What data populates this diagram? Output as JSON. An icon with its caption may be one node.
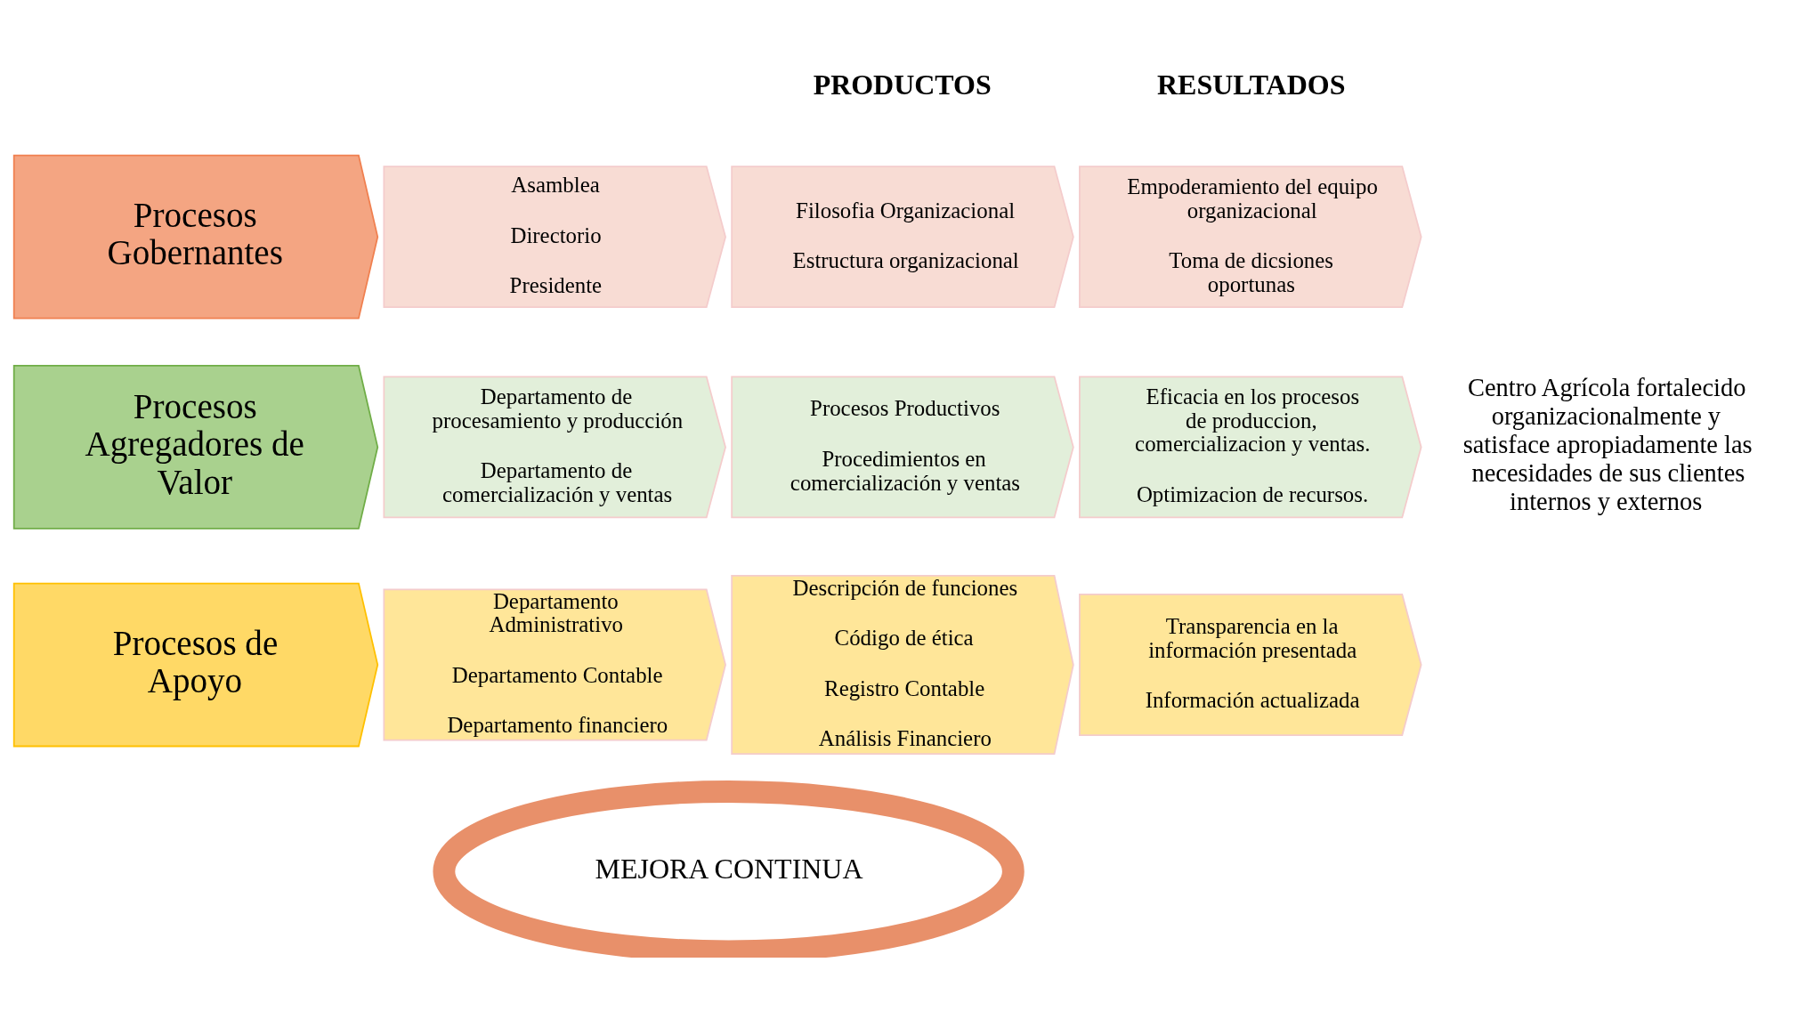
{
  "diagram": {
    "nodes": [
      {
        "text": [
          "Procesos Gobernantes"
        ]
      },
      {
        "text": [
          "Asamblea",
          "Directorio",
          "Presidente"
        ]
      },
      {
        "text": [
          "Filosofia Organizacional",
          "Estructura organizacional"
        ]
      },
      {
        "text": [
          "Empoderamiento del equipo organizacional",
          "Toma de dicsiones oportunas"
        ]
      },
      {
        "text": [
          "Procesos Agregadores de Valor"
        ]
      },
      {
        "text": [
          "Departamento de procesamiento y producción",
          "Departamento de comercialización y ventas"
        ]
      },
      {
        "text": [
          "Procesos Productivos",
          "Procedimientos en comercialización y ventas"
        ]
      },
      {
        "text": [
          "Eficacia en los procesos de produccion, comercializacion y ventas.",
          "Optimizacion de recursos."
        ]
      },
      {
        "text": [
          "Procesos de Apoyo"
        ]
      },
      {
        "text": [
          "Departamento Administrativo",
          "Departamento Contable",
          "Departamento financiero"
        ]
      },
      {
        "text": [
          "Descripción de funciones",
          "Código de ética",
          "Registro Contable",
          "Análisis Financiero"
        ]
      },
      {
        "text": [
          "Transparencia en la información presentada",
          "Información actualizada"
        ]
      },
      {
        "text": [
          "MEJORA CONTINUA"
        ]
      }
    ],
    "edges": [],
    "labels": [
      "PRODUCTOS",
      "RESULTADOS",
      "Centro Agrícola fortalecido organizacionalmente y satisface apropiadamente las necesidades de sus clientes internos y externos"
    ]
  }
}
